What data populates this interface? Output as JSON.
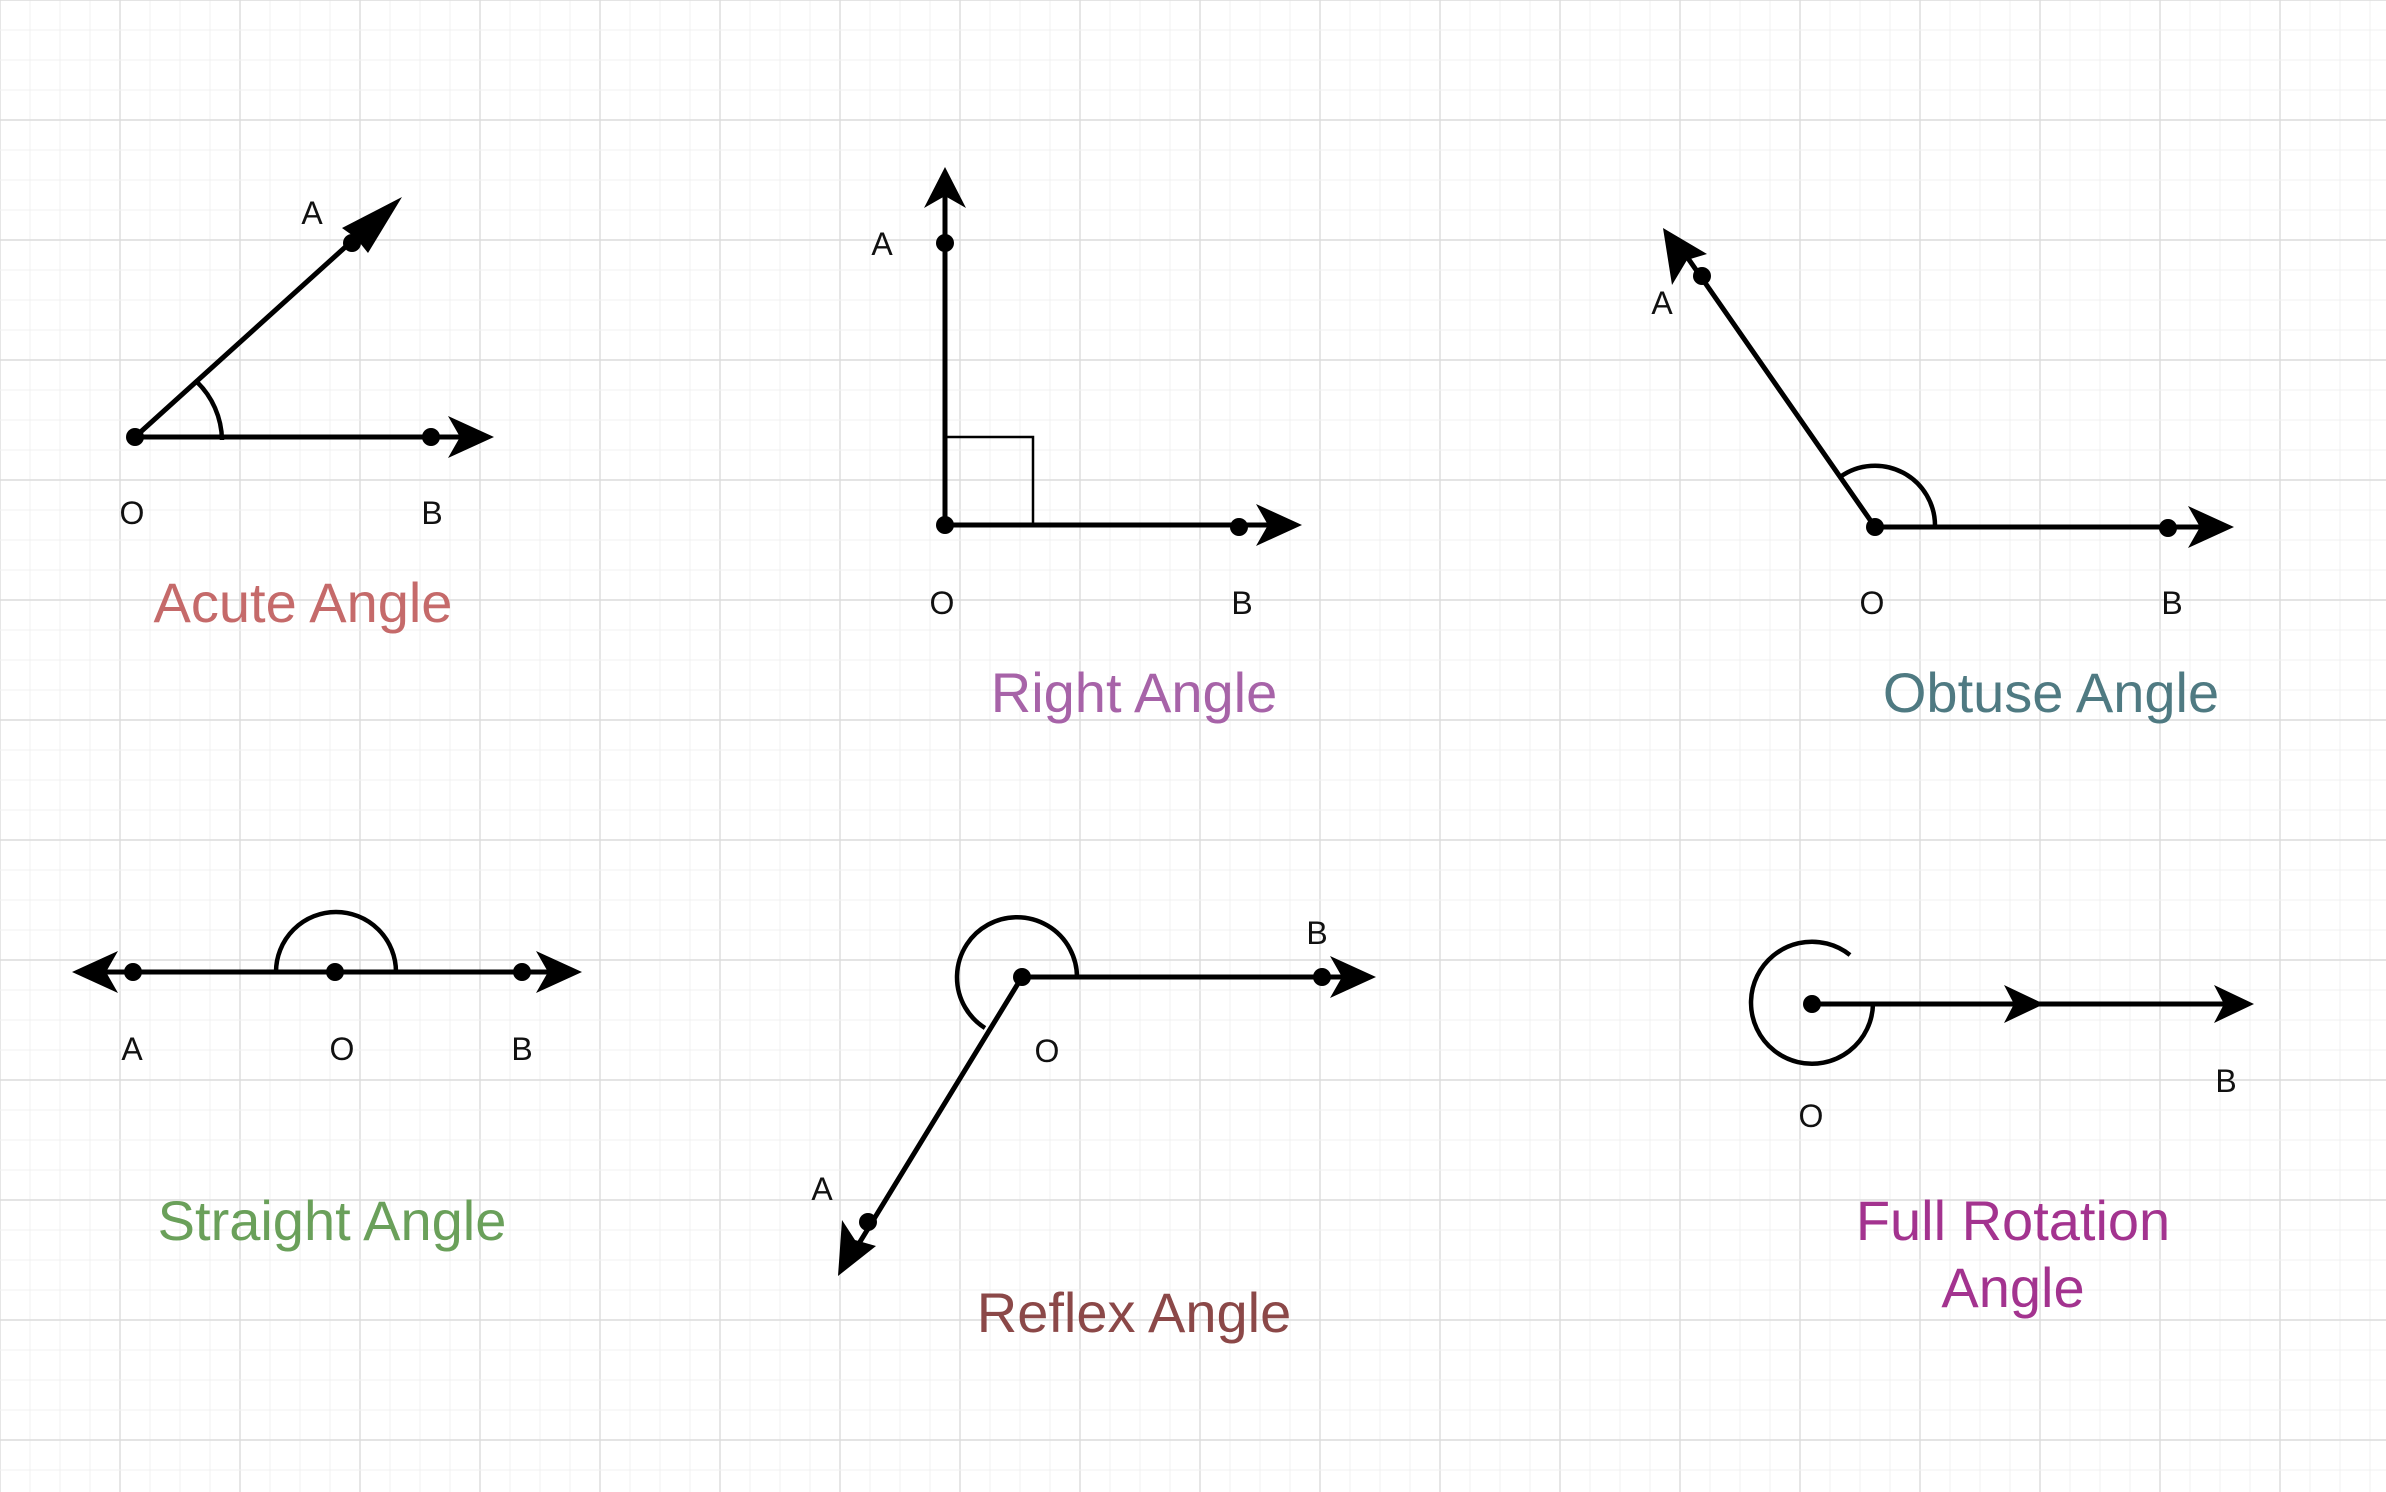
{
  "colors": {
    "acute": "#c56a6a",
    "right": "#a763a8",
    "obtuse": "#4f7a82",
    "straight": "#6aa05a",
    "reflex": "#8b4848",
    "full": "#a3338f"
  },
  "icons": [
    "arrow-head-icon",
    "point-icon"
  ],
  "angles": {
    "acute": {
      "title": "Acute Angle",
      "a": "A",
      "o": "O",
      "b": "B"
    },
    "right": {
      "title": "Right Angle",
      "a": "A",
      "o": "O",
      "b": "B"
    },
    "obtuse": {
      "title": "Obtuse Angle",
      "a": "A",
      "o": "O",
      "b": "B"
    },
    "straight": {
      "title": "Straight Angle",
      "a": "A",
      "o": "O",
      "b": "B"
    },
    "reflex": {
      "title": "Reflex Angle",
      "a": "A",
      "o": "O",
      "b": "B"
    },
    "full": {
      "title_line1": "Full Rotation",
      "title_line2": "Angle",
      "o": "O",
      "b": "B"
    }
  }
}
